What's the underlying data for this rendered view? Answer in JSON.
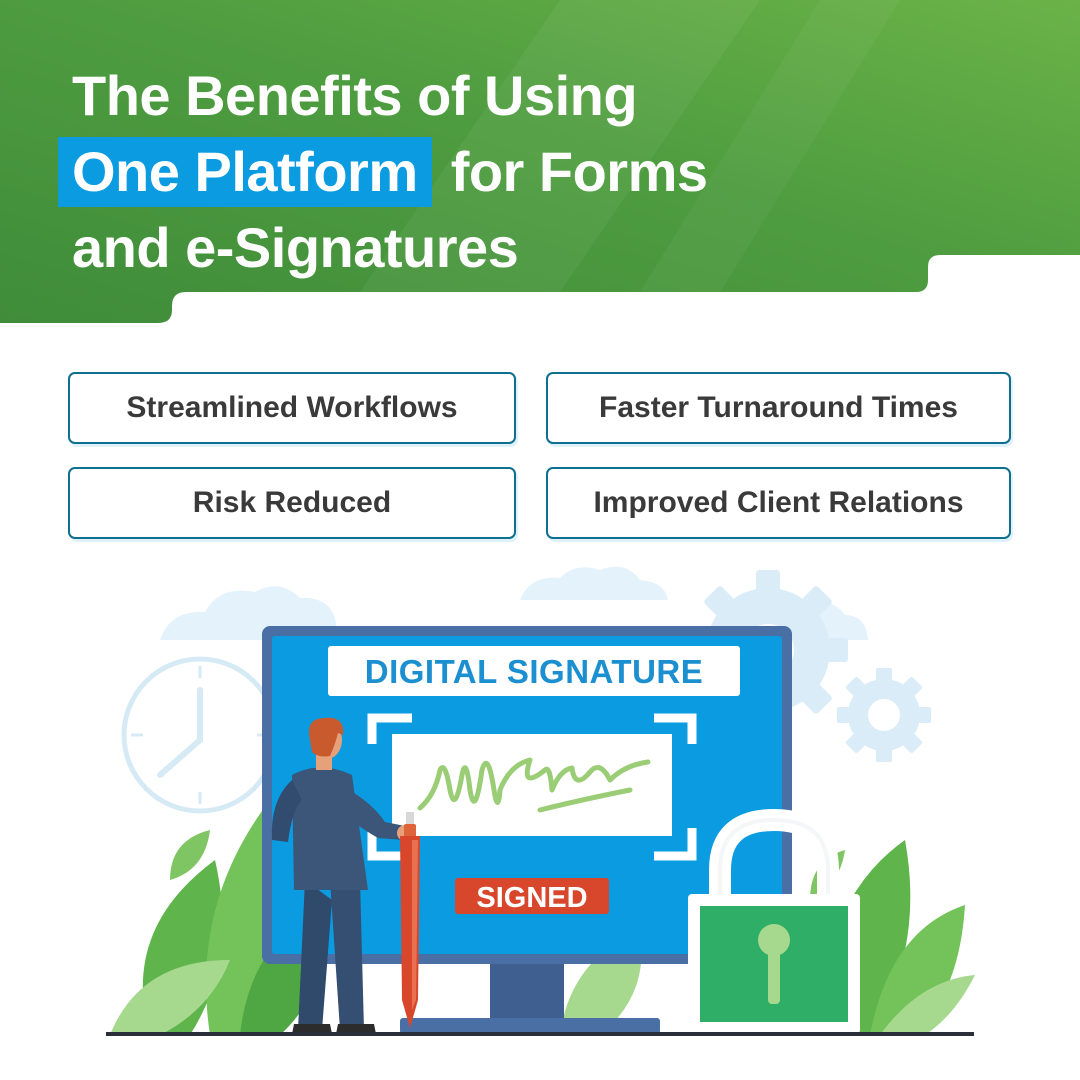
{
  "headline": {
    "line1": "The Benefits of Using",
    "line2_highlight": "One Platform",
    "line2_rest": "for Forms",
    "line3": "and e-Signatures"
  },
  "benefits": [
    "Streamlined Workflows",
    "Faster Turnaround Times",
    "Risk Reduced",
    "Improved Client Relations"
  ],
  "illustration": {
    "screen_title": "DIGITAL SIGNATURE",
    "stamp": "SIGNED"
  },
  "colors": {
    "header_green": "#4e9a3e",
    "highlight_blue": "#0a9be0",
    "card_border": "#0e6f8f",
    "monitor_blue": "#0b9be0",
    "stamp_red": "#d8472c",
    "lock_green": "#2eae67"
  },
  "icons": [
    "clock-icon",
    "gear-icon",
    "cloud-icon",
    "padlock-icon",
    "pen-icon",
    "businessman"
  ]
}
